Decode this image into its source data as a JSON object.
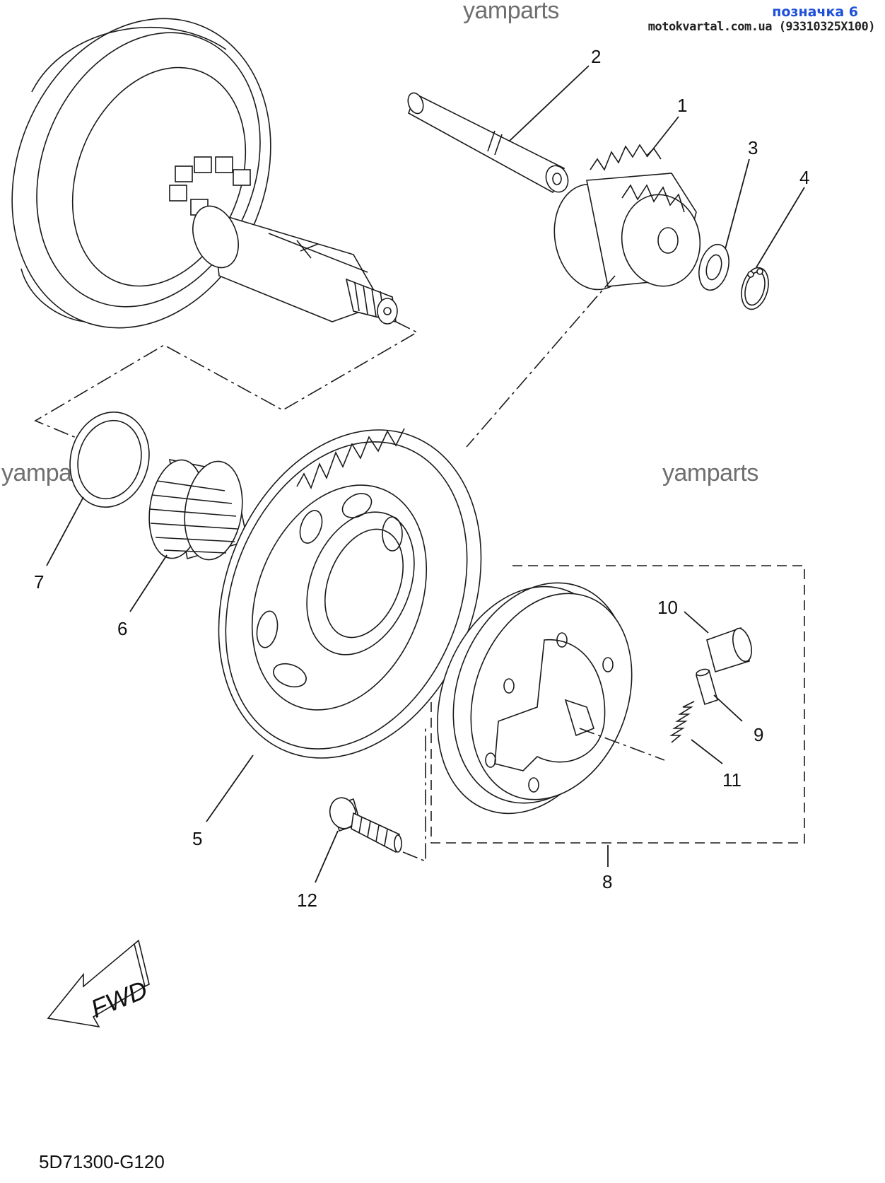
{
  "watermarks": {
    "top": "yamparts",
    "left": "yamparts",
    "right": "yamparts",
    "center": "yamparts"
  },
  "header": {
    "tag": "позначка 6",
    "source": "motokvartal.com.ua (93310325X100)"
  },
  "callouts": {
    "c1": "1",
    "c2": "2",
    "c3": "3",
    "c4": "4",
    "c5": "5",
    "c6": "6",
    "c7": "7",
    "c8": "8",
    "c9": "9",
    "c10": "10",
    "c11": "11",
    "c12": "12"
  },
  "fwd_label": "FWD",
  "diagram_code": "5D71300-G120"
}
